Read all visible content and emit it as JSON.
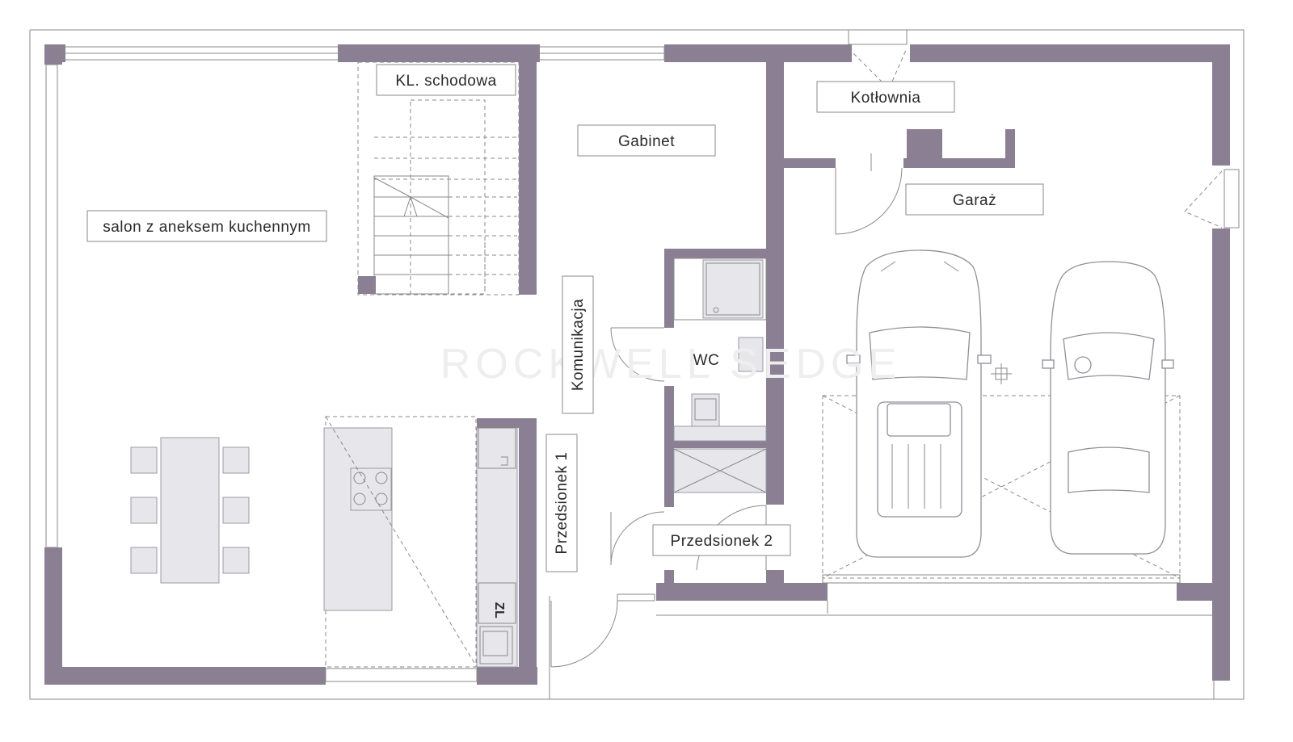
{
  "rooms": {
    "salon": "salon z aneksem kuchennym",
    "stairs": "KL. schodowa",
    "gabinet": "Gabinet",
    "kotlownia": "Kotłownia",
    "garaz": "Garaż",
    "komunikacja": "Komunikacja",
    "wc": "WC",
    "przedsionek1": "Przedsionek 1",
    "przedsionek2": "Przedsionek 2"
  },
  "fixtures": {
    "fridge": "ZL",
    "fridge_rotated_label": "ZL"
  },
  "watermark": "ROCKWELL SEDGE",
  "colors": {
    "wall": "#8b7f93",
    "furniture": "#e7e6ea",
    "line": "#8a8a8a"
  }
}
